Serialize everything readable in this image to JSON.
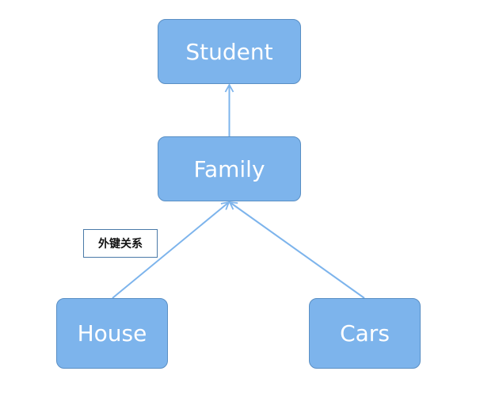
{
  "nodes": {
    "student": "Student",
    "family": "Family",
    "house": "House",
    "cars": "Cars"
  },
  "relation_label": "外键关系",
  "colors": {
    "node_fill": "#7db4ec",
    "node_border": "#5a8fc4",
    "edge": "#7db4ec",
    "node_text": "#ffffff"
  }
}
